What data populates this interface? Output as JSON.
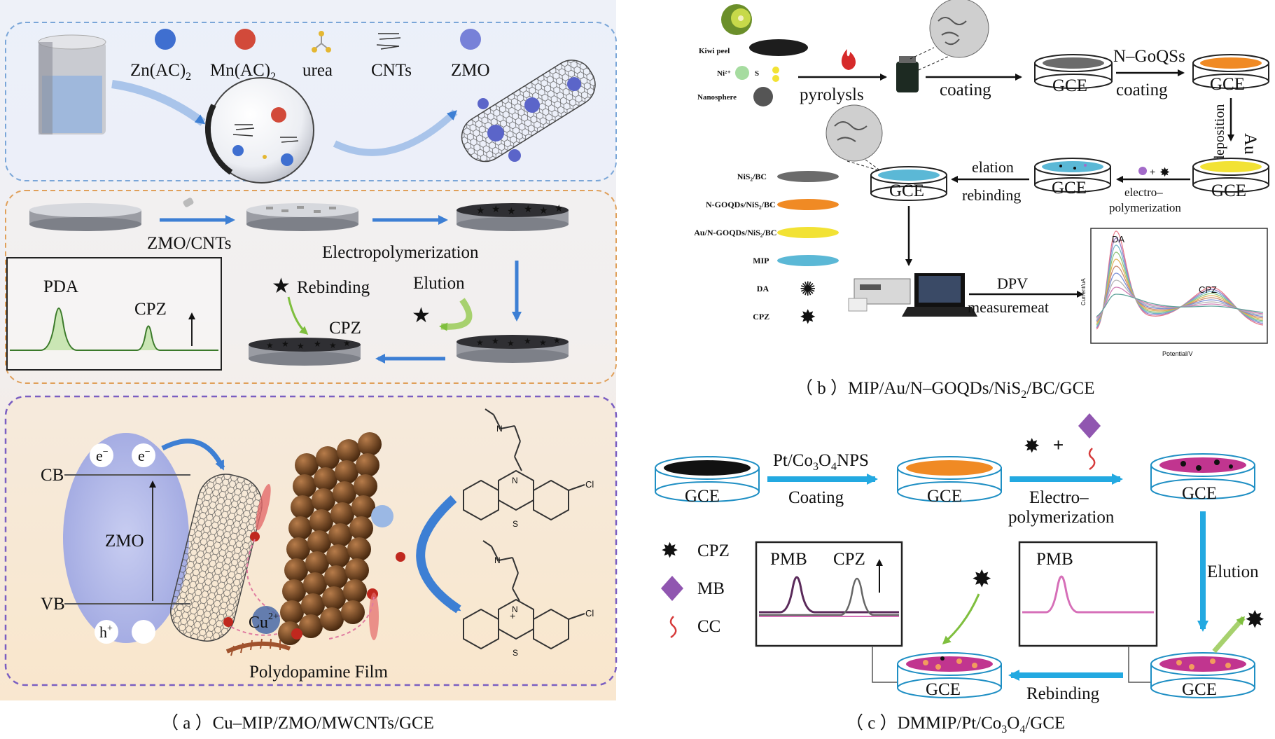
{
  "panel_a": {
    "caption": {
      "prefix": "（ a ）",
      "text": "Cu–MIP/ZMO/MWCNTs/GCE"
    },
    "top": {
      "zn": "Zn(AC)",
      "zn_sub": "2",
      "mn": "Mn(AC)",
      "mn_sub": "2",
      "urea": "urea",
      "cnts": "CNTs",
      "zmo": "ZMO"
    },
    "middle": {
      "zmo_cnts": "ZMO/CNTs",
      "electropoly": "Electropolymerization",
      "rebinding": "Rebinding",
      "elution": "Elution",
      "cpz": "CPZ",
      "pda": "PDA",
      "cpz_peak": "CPZ"
    },
    "bottom": {
      "cb": "CB",
      "vb": "VB",
      "zmo": "ZMO",
      "electron": "e",
      "electron_sup": "−",
      "hole": "h",
      "hole_sup": "+",
      "cu": "Cu",
      "cu_sup": "2+",
      "film": "Polydopamine Film",
      "cl": "Cl",
      "n": "N",
      "s": "S",
      "plus": "+"
    }
  },
  "panel_b": {
    "caption": {
      "prefix": "（ b ）",
      "text_main": "MIP/Au/N–GOQDs/NiS",
      "text_sub": "2",
      "text_tail": "/BC/GCE"
    },
    "labels": {
      "kiwi": "Kiwi peel",
      "ni": "Ni²⁺",
      "s": "S",
      "nanosphere": "Nanosphere",
      "pyrolysis": "pyrolysls",
      "coating1": "coating",
      "gce": "GCE",
      "ngoqss": "N–GoQSs",
      "coating2": "coating",
      "deposition": "deposition",
      "au": "Au",
      "electro1": "electro–",
      "electro2": "polymerization",
      "elation": "elation",
      "rebinding": "rebinding",
      "dpv": "DPV",
      "measure": "measuremeat",
      "da_peak": "DA",
      "cpz_peak": "CPZ",
      "xaxis": "Potential/V",
      "yaxis": "Current/uA"
    },
    "legend": [
      {
        "label": "NiS₂/BC",
        "color": "#6b6b6b"
      },
      {
        "label": "N-GOQDs/NiS₂/BC",
        "color": "#f08a24"
      },
      {
        "label": "Au/N-GOQDs/NiS₂/BC",
        "color": "#f2e234"
      },
      {
        "label": "MIP",
        "color": "#5bb8d6"
      },
      {
        "label": "DA",
        "color": "#a36bc9"
      },
      {
        "label": "CPZ",
        "color": "#111111"
      }
    ]
  },
  "panel_c": {
    "caption": {
      "prefix": "（ c ）",
      "text_main": "DMMIP/Pt/Co",
      "text_sub": "3",
      "text_mid": "O",
      "text_sub2": "4",
      "text_tail": "/GCE"
    },
    "labels": {
      "gce": "GCE",
      "ptco": "Pt/Co",
      "ptco_sub1": "3",
      "ptco_o": "O",
      "ptco_sub2": "4",
      "ptco_tail": "NPS",
      "coating": "Coating",
      "electro1": "Electro–",
      "electro2": "polymerization",
      "elution": "Elution",
      "rebinding": "Rebinding",
      "plus": "+",
      "pmb1": "PMB",
      "cpz1": "CPZ",
      "pmb2": "PMB"
    },
    "legend": [
      {
        "label": "CPZ"
      },
      {
        "label": "MB"
      },
      {
        "label": "CC"
      }
    ]
  }
}
